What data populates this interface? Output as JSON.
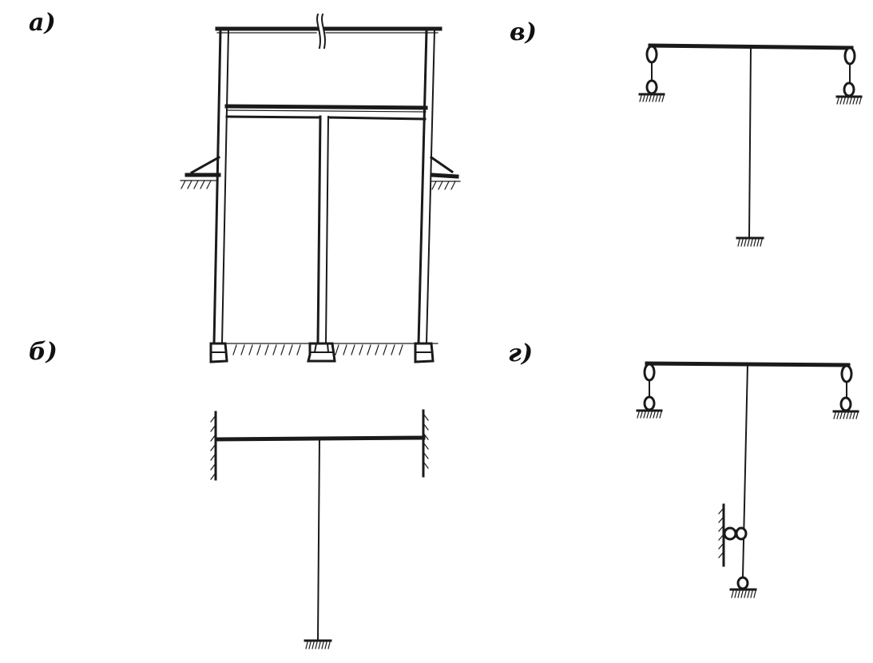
{
  "panels": {
    "a": {
      "label": "а)"
    },
    "b": {
      "label": "б)"
    },
    "v": {
      "label": "в)"
    },
    "g": {
      "label": "г)"
    }
  },
  "colors": {
    "ink": "#1a1a1a",
    "paper": "#ffffff"
  }
}
